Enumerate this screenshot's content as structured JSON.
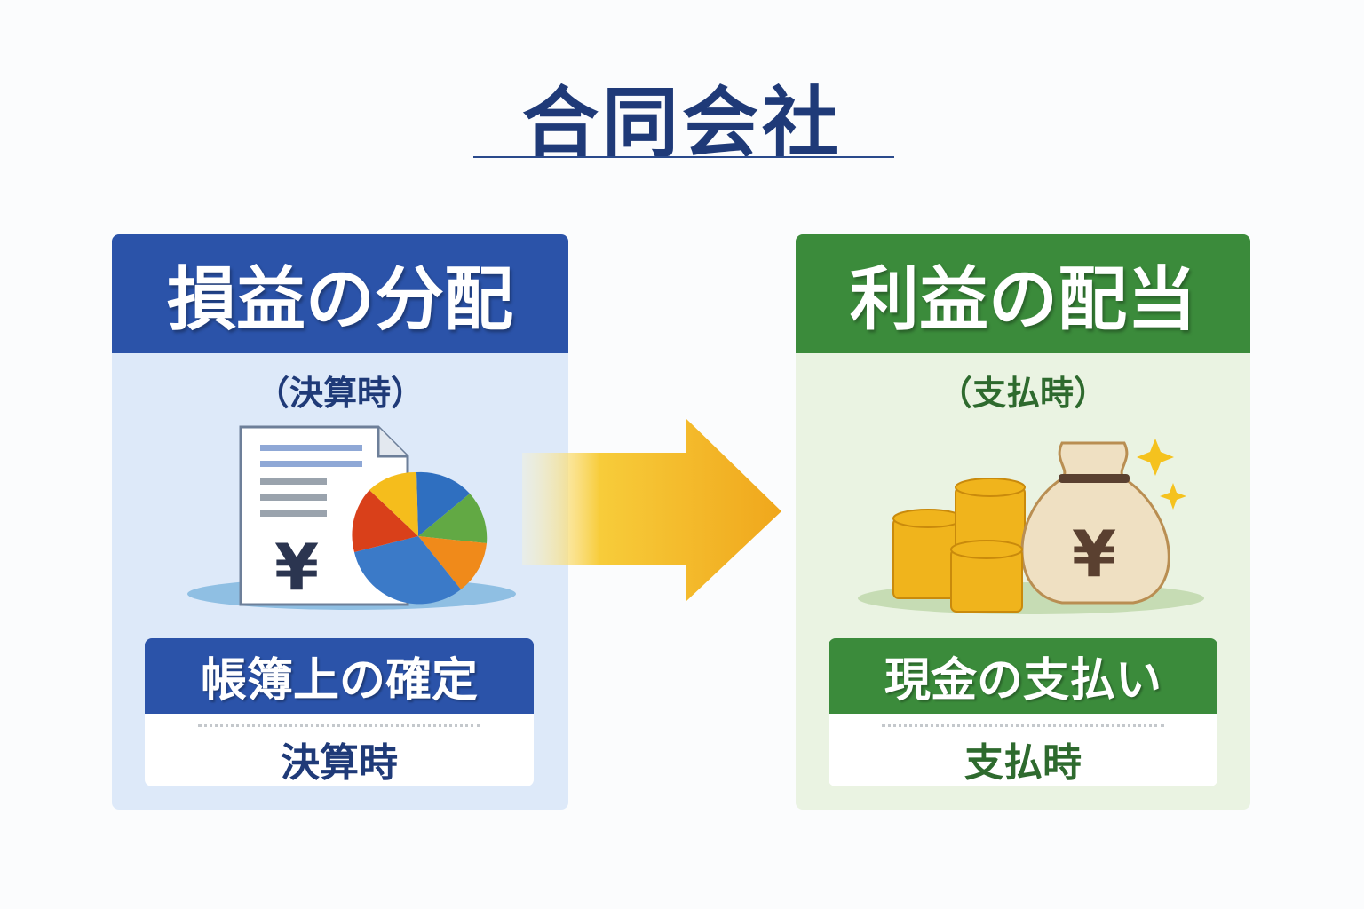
{
  "title": "合同会社",
  "left": {
    "heading": "損益の分配",
    "subtitle": "（決算時）",
    "illustration_yen": "¥",
    "box_heading": "帳簿上の確定",
    "box_footer": "決算時"
  },
  "right": {
    "heading": "利益の配当",
    "subtitle": "（支払時）",
    "illustration_yen": "¥",
    "box_heading": "現金の支払い",
    "box_footer": "支払時"
  },
  "colors": {
    "blue": "#2b53a9",
    "green": "#3b8b3b",
    "arrow": "#f2b824"
  }
}
